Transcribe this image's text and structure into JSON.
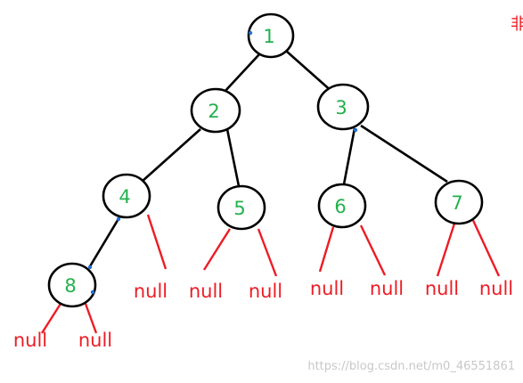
{
  "colors": {
    "node_text": "#22b14c",
    "null_text": "#ed1c24",
    "null_edge": "#ed1c24",
    "tree_edge": "#000000",
    "watermark": "#c8c8c8",
    "corner_glyph": "#ed1c24"
  },
  "nodes": [
    {
      "id": "n1",
      "label": "1"
    },
    {
      "id": "n2",
      "label": "2"
    },
    {
      "id": "n3",
      "label": "3"
    },
    {
      "id": "n4",
      "label": "4"
    },
    {
      "id": "n5",
      "label": "5"
    },
    {
      "id": "n6",
      "label": "6"
    },
    {
      "id": "n7",
      "label": "7"
    },
    {
      "id": "n8",
      "label": "8"
    }
  ],
  "tree_edges": [
    {
      "from": "n1",
      "to": "n2"
    },
    {
      "from": "n1",
      "to": "n3"
    },
    {
      "from": "n2",
      "to": "n4"
    },
    {
      "from": "n2",
      "to": "n5"
    },
    {
      "from": "n3",
      "to": "n6"
    },
    {
      "from": "n3",
      "to": "n7"
    },
    {
      "from": "n4",
      "to": "n8"
    }
  ],
  "null_leaves": [
    {
      "id": "null-4-right",
      "parent": "n4",
      "label": "null"
    },
    {
      "id": "null-5-left",
      "parent": "n5",
      "label": "null"
    },
    {
      "id": "null-5-right",
      "parent": "n5",
      "label": "null"
    },
    {
      "id": "null-6-left",
      "parent": "n6",
      "label": "null"
    },
    {
      "id": "null-6-right",
      "parent": "n6",
      "label": "null"
    },
    {
      "id": "null-7-left",
      "parent": "n7",
      "label": "null"
    },
    {
      "id": "null-7-right",
      "parent": "n7",
      "label": "null"
    },
    {
      "id": "null-8-left",
      "parent": "n8",
      "label": "null"
    },
    {
      "id": "null-8-right",
      "parent": "n8",
      "label": "null"
    }
  ],
  "watermark": "https://blog.csdn.net/m0_46551861",
  "corner_glyph": "非"
}
